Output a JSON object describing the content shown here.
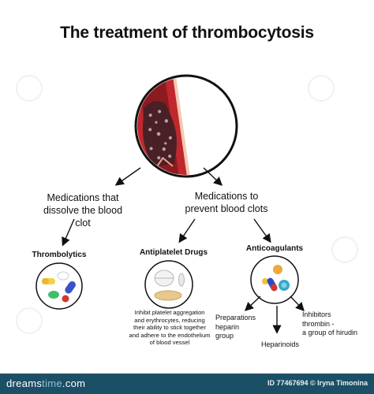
{
  "title": "The treatment of thrombocytosis",
  "branches": {
    "left": "Medications that dissolve the blood clot",
    "left_line1": "Medications that",
    "left_line2": "dissolve the blood clot",
    "right_line1": "Medications to",
    "right_line2": "prevent blood clots"
  },
  "groups": {
    "thrombolytics": "Thrombolytics",
    "antiplatelet": "Antiplatelet Drugs",
    "anticoagulants": "Anticoagulants"
  },
  "antiplatelet_note": [
    "Inhibit platelet aggregation",
    "and erythrocytes, reducing",
    "their ability to stick together",
    "and adhere to the endothelium",
    "of blood vessel"
  ],
  "anticoagulant_items": {
    "heparin_line1": "Preparations",
    "heparin_line2": "heparin",
    "heparin_line3": "group",
    "heparinoids": "Heparinoids",
    "hirudin_line1": "Inhibitors",
    "hirudin_line2": "thrombin -",
    "hirudin_line3": "a group of hirudin"
  },
  "footer": {
    "logo_left": "dreams",
    "logo_mid": "time",
    "logo_right": ".com",
    "credit": "ID 77467694 © Iryna Timonina"
  },
  "colors": {
    "vessel": "#c0282e",
    "vessel_dark": "#8d1a1f",
    "clot": "#5a2a33",
    "footer": "#1b4f66"
  }
}
